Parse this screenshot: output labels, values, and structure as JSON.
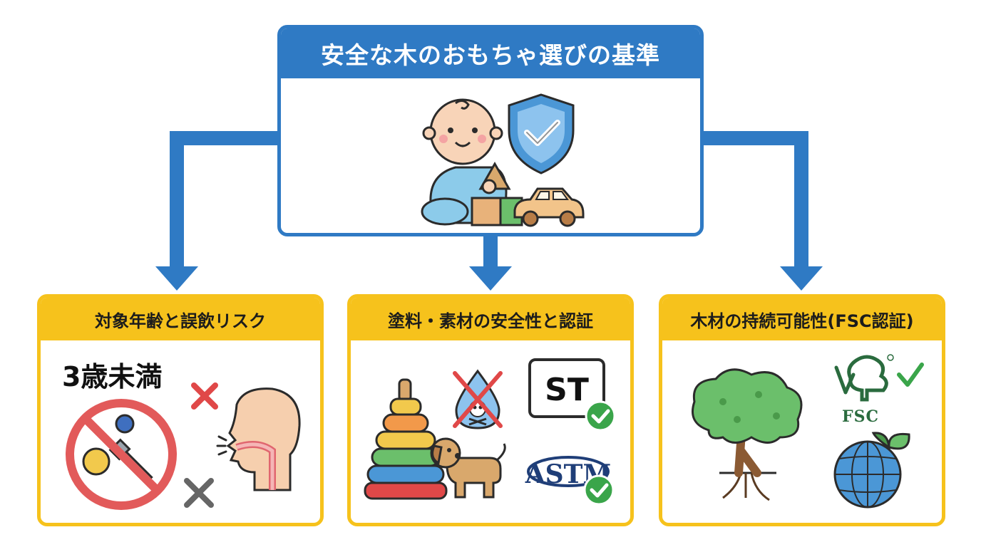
{
  "title": "安全な木のおもちゃ選びの基準",
  "cards": [
    {
      "title": "対象年齢と誤飲リスク",
      "age_label": "3歳未満"
    },
    {
      "title": "塗料・素材の安全性と認証",
      "st_mark": "ST",
      "astm_mark": "ASTM"
    },
    {
      "title": "木材の持続可能性(FSC認証)",
      "fsc_mark": "FSC"
    }
  ],
  "colors": {
    "accent_blue": "#2f7ac4",
    "accent_yellow": "#f6c21c",
    "ok_green": "#3aa54a",
    "ng_red": "#e04848"
  },
  "icons": [
    "baby-icon",
    "shield-check-icon",
    "wooden-block-icon",
    "toy-car-icon",
    "no-small-parts-icon",
    "choking-throat-icon",
    "cross-icon",
    "stacking-rings-icon",
    "toy-dog-icon",
    "no-toxic-drop-icon",
    "st-mark-icon",
    "astm-mark-icon",
    "tree-icon",
    "fsc-logo-icon",
    "globe-leaf-icon"
  ]
}
